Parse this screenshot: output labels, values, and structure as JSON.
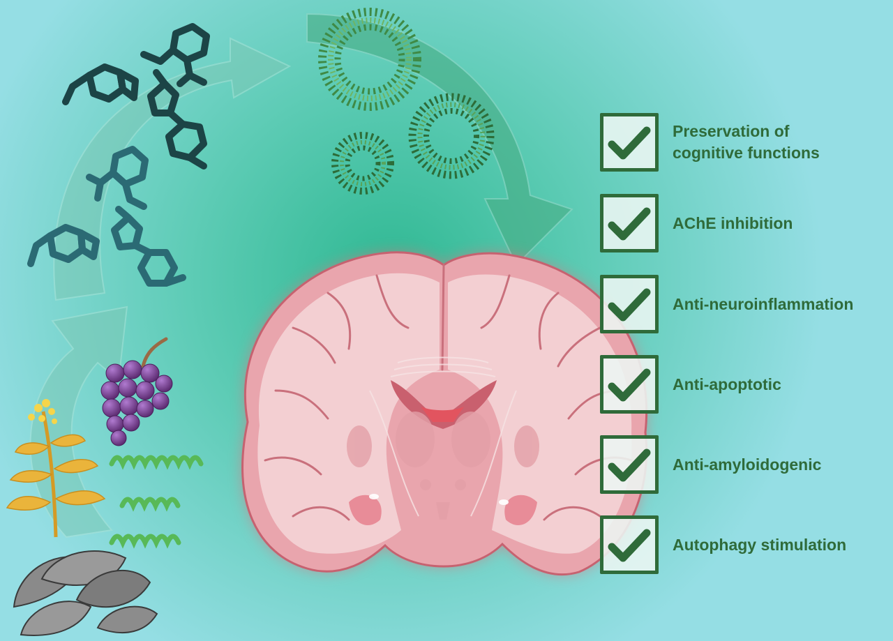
{
  "colors": {
    "background": "#93dde2",
    "center_glow": "#33b894",
    "arrow": "#6fc3b5",
    "check_green": "#2f6b3a",
    "molecule_dark": "#1c4446",
    "molecule_teal": "#2b6a74",
    "liposome": "#357a3f",
    "brain_fill": "#f0c6c8",
    "brain_outline": "#c66270",
    "grape": "#7a3e8c",
    "plant": "#e9b53a",
    "peptide": "#58b957",
    "mushroom": "#6a6a6a"
  },
  "icons": {
    "source_arrow": "curved-arrow-icon",
    "delivery_arrow": "curved-arrow-icon",
    "molecule": "chemical-structure-icon",
    "nanocarrier": "liposome-icon",
    "brain": "brain-coronal-section-icon",
    "grape": "grape-cluster-icon",
    "plant": "flowering-plant-icon",
    "peptide": "peptide-helix-icon",
    "mushroom": "mushroom-icon",
    "check": "checkmark-icon"
  },
  "checklist": [
    {
      "label": "Preservation of\ncognitive functions"
    },
    {
      "label": "AChE inhibition"
    },
    {
      "label": "Anti-neuroinflammation"
    },
    {
      "label": "Anti-apoptotic"
    },
    {
      "label": "Anti-amyloidogenic"
    },
    {
      "label": "Autophagy stimulation"
    }
  ]
}
